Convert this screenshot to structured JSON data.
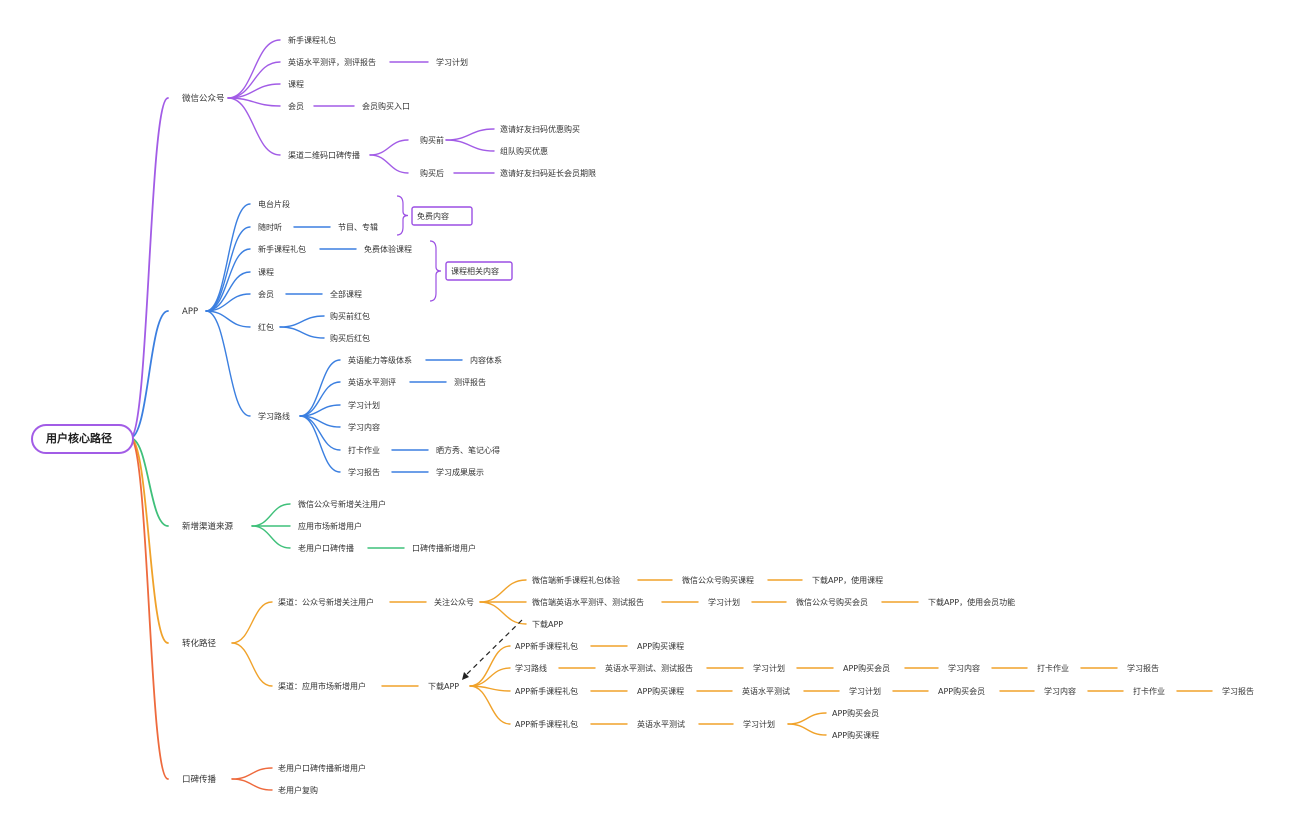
{
  "root": {
    "label": "用户核心路径"
  },
  "colors": {
    "wechat": "#a25ce6",
    "app": "#3b7fe0",
    "channel": "#3fc07a",
    "convert": "#f0a22a",
    "word": "#ee6a3d",
    "box": "#9b4fe3"
  },
  "wechat": {
    "label": "微信公众号",
    "gift": "新手课程礼包",
    "test": "英语水平测评，测评报告",
    "plan": "学习计划",
    "course": "课程",
    "member": "会员",
    "member_entry": "会员购买入口",
    "qrcode": "渠道二维码口碑传播",
    "before": "购买前",
    "invite_buy": "邀请好友扫码优惠购买",
    "group_buy": "组队购买优惠",
    "after": "购买后",
    "invite_extend": "邀请好友扫码延长会员期限"
  },
  "app": {
    "label": "APP",
    "radio": "电台片段",
    "listen": "随时听",
    "program": "节目、专辑",
    "free_box": "免费内容",
    "gift": "新手课程礼包",
    "trial": "免费体验课程",
    "course_box": "课程相关内容",
    "course": "课程",
    "member": "会员",
    "all_courses": "全部课程",
    "redpacket": "红包",
    "rp_before": "购买前红包",
    "rp_after": "购买后红包",
    "path": "学习路线",
    "level": "英语能力等级体系",
    "content_sys": "内容体系",
    "test": "英语水平测评",
    "report": "测评报告",
    "plan": "学习计划",
    "content": "学习内容",
    "checkin": "打卡作业",
    "share": "晒方秀、笔记心得",
    "study_report": "学习报告",
    "achievement": "学习成果展示"
  },
  "channel": {
    "label": "新增渠道来源",
    "wechat_new": "微信公众号新增关注用户",
    "market_new": "应用市场新增用户",
    "old_user": "老用户口碑传播",
    "word_new": "口碑传播新增用户"
  },
  "convert": {
    "label": "转化路径",
    "ch1": "渠道：公众号新增关注用户",
    "follow": "关注公众号",
    "r1": [
      "微信端新手课程礼包体验",
      "微信公众号购买课程",
      "下载APP，使用课程"
    ],
    "r2": [
      "微信端英语水平测评、测试报告",
      "学习计划",
      "微信公众号购买会员",
      "下载APP，使用会员功能"
    ],
    "r3": "下载APP",
    "ch2": "渠道：应用市场新增用户",
    "download": "下载APP",
    "s1": [
      "APP新手课程礼包",
      "APP购买课程"
    ],
    "s2": [
      "学习路线",
      "英语水平测试、测试报告",
      "学习计划",
      "APP购买会员",
      "学习内容",
      "打卡作业",
      "学习报告"
    ],
    "s3": [
      "APP新手课程礼包",
      "APP购买课程",
      "英语水平测试",
      "学习计划",
      "APP购买会员",
      "学习内容",
      "打卡作业",
      "学习报告"
    ],
    "s4": [
      "APP新手课程礼包",
      "英语水平测试",
      "学习计划"
    ],
    "s4_member": "APP购买会员",
    "s4_course": "APP购买课程"
  },
  "word": {
    "label": "口碑传播",
    "old_new": "老用户口碑传播新增用户",
    "rebuy": "老用户复购"
  }
}
